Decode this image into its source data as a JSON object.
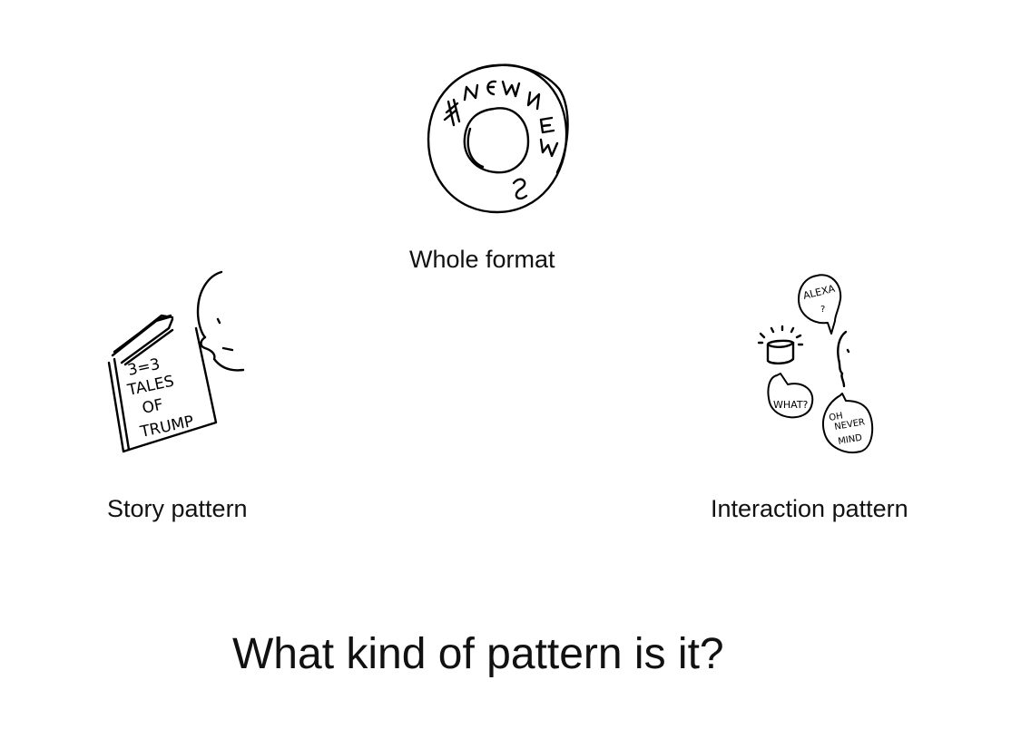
{
  "diagram": {
    "question": "What kind of pattern is it?",
    "categories": [
      {
        "id": "whole-format",
        "label": "Whole format",
        "icon": "donut-sketch-icon",
        "handwritten_text": "#NEWNEWS"
      },
      {
        "id": "story-pattern",
        "label": "Story pattern",
        "icon": "person-reading-book-icon",
        "handwritten_text": [
          "3=3",
          "TALES",
          "OF",
          "TRUMP"
        ]
      },
      {
        "id": "interaction-pattern",
        "label": "Interaction pattern",
        "icon": "voice-assistant-conversation-icon",
        "handwritten_text": [
          "ALEXA ?",
          "WHAT?",
          "OH NEVER MIND"
        ]
      }
    ]
  }
}
